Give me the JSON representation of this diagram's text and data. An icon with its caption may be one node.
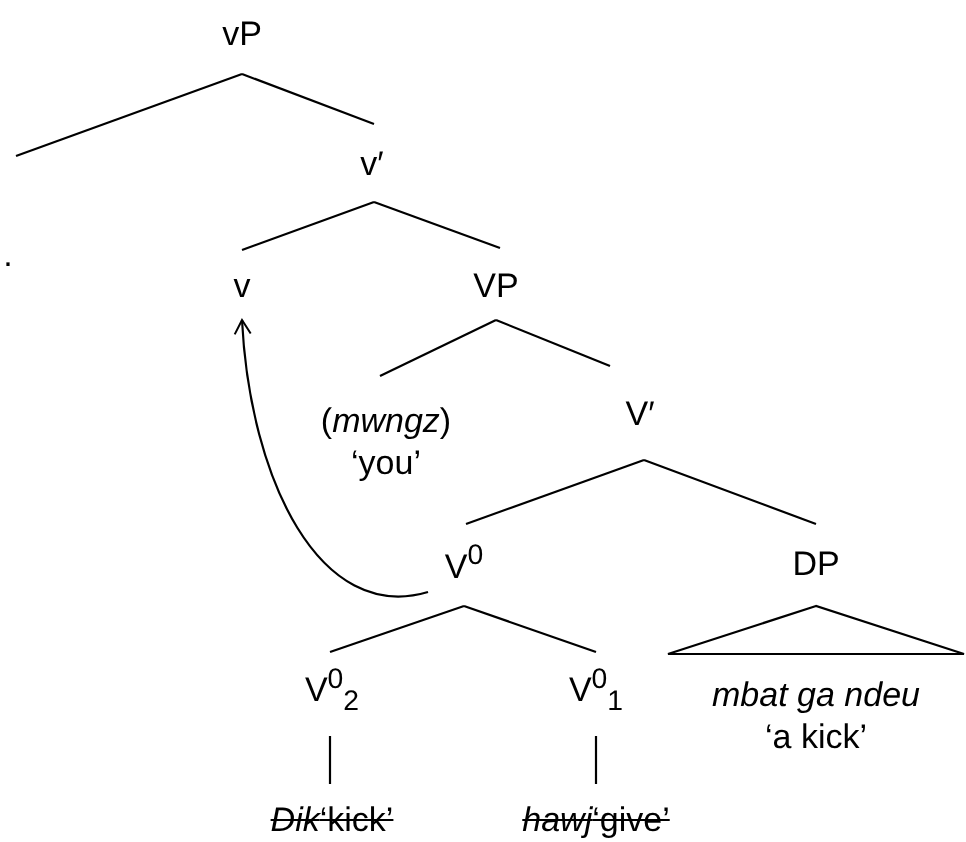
{
  "diagram": {
    "nodes": [
      {
        "text": [
          "vP"
        ]
      },
      {
        "text": [
          "v′"
        ]
      },
      {
        "text": [
          "v"
        ]
      },
      {
        "text": [
          "VP"
        ]
      },
      {
        "text": [
          "(*mwngz*)",
          "‘you’"
        ]
      },
      {
        "text": [
          "V′"
        ]
      },
      {
        "text": [
          "V$^{0}$"
        ]
      },
      {
        "text": [
          "DP"
        ]
      },
      {
        "text": [
          "V$^{0}$$_{2}$"
        ]
      },
      {
        "text": [
          "V$^{0}$$_{1}$"
        ]
      },
      {
        "text": [
          "*mbat ga ndeu*",
          "‘a kick’"
        ]
      },
      {
        "text": [
          "*Dik*‘kick’"
        ]
      },
      {
        "text": [
          "*hawj*‘give’"
        ]
      }
    ],
    "edges": [
      {
        "from": 0,
        "to": null,
        "arrow": "none"
      },
      {
        "from": 0,
        "to": 1,
        "arrow": "none"
      },
      {
        "from": 1,
        "to": 2,
        "arrow": "none"
      },
      {
        "from": 1,
        "to": 3,
        "arrow": "none"
      },
      {
        "from": 3,
        "to": 4,
        "arrow": "none"
      },
      {
        "from": 3,
        "to": 5,
        "arrow": "none"
      },
      {
        "from": 5,
        "to": 6,
        "arrow": "none"
      },
      {
        "from": 5,
        "to": 7,
        "arrow": "none"
      },
      {
        "from": 6,
        "to": 8,
        "arrow": "none"
      },
      {
        "from": 6,
        "to": 9,
        "arrow": "none"
      },
      {
        "from": 7,
        "to": 10,
        "arrow": "none"
      },
      {
        "from": 8,
        "to": 11,
        "arrow": "none"
      },
      {
        "from": 9,
        "to": 12,
        "arrow": "none"
      },
      {
        "from": 6,
        "to": 2,
        "arrow": "to"
      }
    ],
    "labels": [
      "."
    ]
  }
}
